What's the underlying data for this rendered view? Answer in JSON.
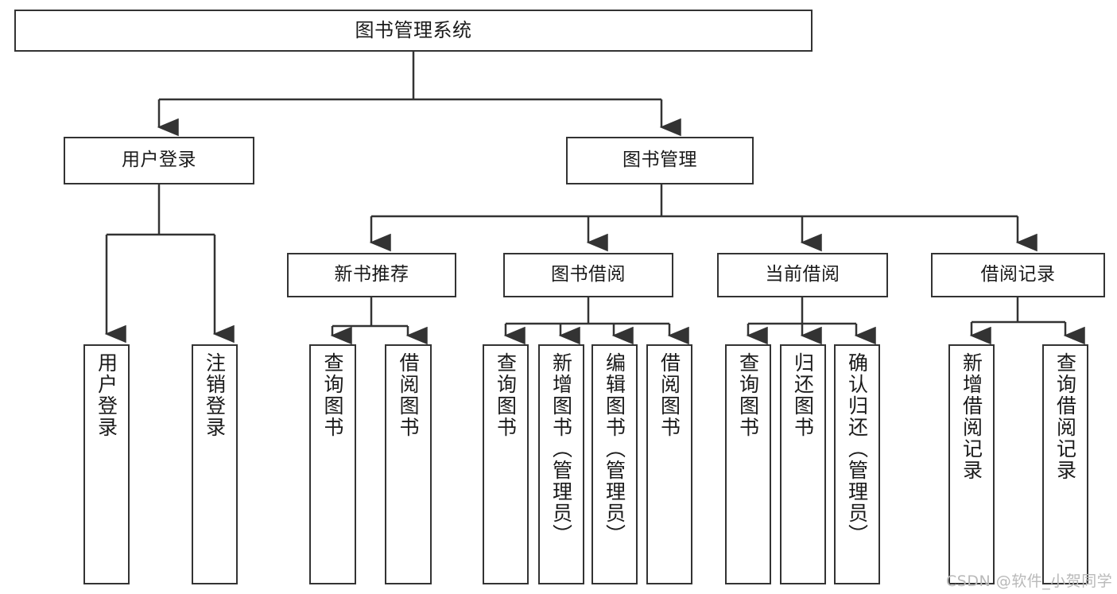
{
  "diagram": {
    "title": "图书管理系统",
    "type": "tree-hierarchy",
    "root": {
      "id": "root",
      "label": "图书管理系统"
    },
    "level2": [
      {
        "id": "user-login",
        "label": "用户登录"
      },
      {
        "id": "book-manage",
        "label": "图书管理"
      }
    ],
    "level3": [
      {
        "id": "new-book-recommend",
        "label": "新书推荐"
      },
      {
        "id": "book-borrow",
        "label": "图书借阅"
      },
      {
        "id": "current-borrow",
        "label": "当前借阅"
      },
      {
        "id": "borrow-record",
        "label": "借阅记录"
      }
    ],
    "leaves": {
      "user_login": [
        {
          "id": "leaf-user-login",
          "label": "用户登录"
        },
        {
          "id": "leaf-logout-login",
          "label": "注销登录"
        }
      ],
      "new_book_recommend": [
        {
          "id": "leaf-query-book-1",
          "label": "查询图书"
        },
        {
          "id": "leaf-borrow-book-1",
          "label": "借阅图书"
        }
      ],
      "book_borrow": [
        {
          "id": "leaf-query-book-2",
          "label": "查询图书"
        },
        {
          "id": "leaf-add-book",
          "label": "新增图书（管理员）"
        },
        {
          "id": "leaf-edit-book",
          "label": "编辑图书（管理员）"
        },
        {
          "id": "leaf-borrow-book-2",
          "label": "借阅图书"
        }
      ],
      "current_borrow": [
        {
          "id": "leaf-query-book-3",
          "label": "查询图书"
        },
        {
          "id": "leaf-return-book",
          "label": "归还图书"
        },
        {
          "id": "leaf-confirm-return",
          "label": "确认归还（管理员）"
        }
      ],
      "borrow_record": [
        {
          "id": "leaf-add-record",
          "label": "新增借阅记录"
        },
        {
          "id": "leaf-query-record",
          "label": "查询借阅记录"
        }
      ]
    }
  },
  "watermark": {
    "text": "CSDN @软件_小贺同学"
  },
  "colors": {
    "border": "#333333",
    "background": "#ffffff",
    "text": "#1a1a1a",
    "edge": "#333333",
    "watermark": "#b9b9b9"
  }
}
